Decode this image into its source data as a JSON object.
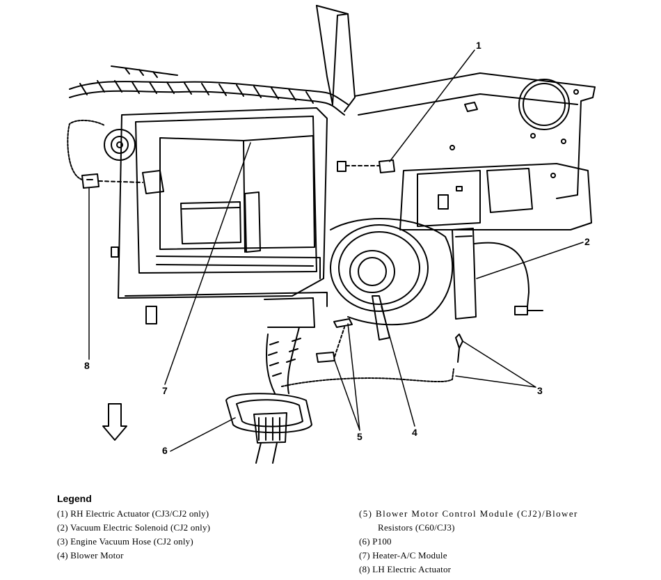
{
  "diagram": {
    "callouts": [
      "1",
      "2",
      "3",
      "4",
      "5",
      "6",
      "7",
      "8"
    ]
  },
  "legend": {
    "title": "Legend",
    "items": [
      "(1)  RH Electric Actuator (CJ3/CJ2 only)",
      "(2)  Vacuum Electric Solenoid (CJ2 only)",
      "(3)  Engine Vacuum Hose (CJ2 only)",
      "(4)  Blower Motor",
      "(5)  Blower Motor Control Module (CJ2)/Blower",
      "Resistors (C60/CJ3)",
      "(6)  P100",
      "(7)  Heater-A/C Module",
      "(8)  LH Electric Actuator"
    ]
  }
}
